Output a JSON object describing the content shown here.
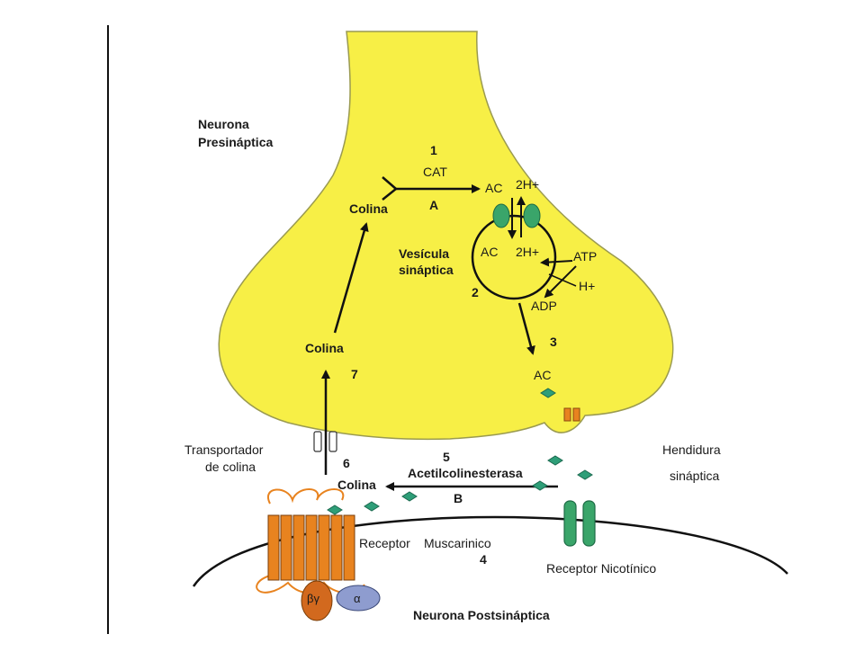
{
  "labels": {
    "presynaptic_line1": "Neurona",
    "presynaptic_line2": "Presináptica",
    "postsynaptic": "Neurona Postsináptica",
    "step1": "1",
    "step2": "2",
    "step3": "3",
    "step4": "4",
    "step5": "5",
    "step6": "6",
    "step7": "7",
    "cat": "CAT",
    "a": "A",
    "b": "B",
    "colina_top": "Colina",
    "colina_mid": "Colina",
    "colina_bottom": "Colina",
    "ac_top": "AC",
    "ac_vesicle": "AC",
    "ac_cleft": "AC",
    "h2_top": "2H+",
    "h2_vesicle": "2H+",
    "atp": "ATP",
    "hplus": "H+",
    "adp": "ADP",
    "vesicle_line1": "Vesícula",
    "vesicle_line2": "sináptica",
    "transporter_line1": "Transportador",
    "transporter_line2": "de colina",
    "cleft_line1": "Hendidura",
    "cleft_line2": "sináptica",
    "enzyme": "Acetilcolinesterasa",
    "receptor_musc_a": "Receptor",
    "receptor_musc_b": "Muscarinico",
    "receptor_nic": "Receptor Nicotínico",
    "beta_gamma": "βγ",
    "alpha": "α"
  },
  "colors": {
    "neuron_fill": "#f7ef46",
    "neuron_stroke": "#9a9a50",
    "receptor_orange": "#e8831f",
    "gprotein": "#d2691e",
    "alpha_fill": "#8e9ccf",
    "nicotinic_green": "#3aa56a",
    "ach_diamond": "#2e9e78"
  }
}
